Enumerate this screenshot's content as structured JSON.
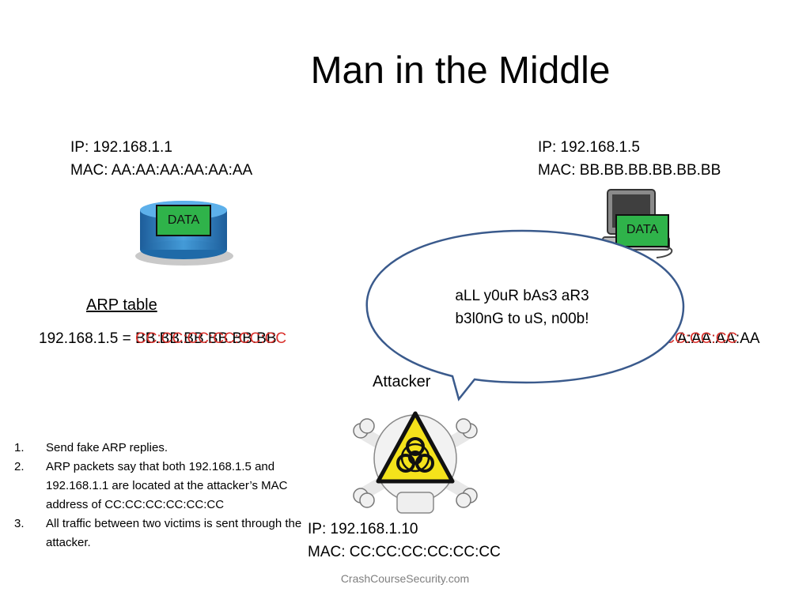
{
  "title": "Man in the Middle",
  "host_a": {
    "ip": "IP: 192.168.1.1",
    "mac": "MAC: AA:AA:AA:AA:AA:AA",
    "data_label": "DATA"
  },
  "host_b": {
    "ip": "IP: 192.168.1.5",
    "mac": "MAC: BB.BB.BB.BB.BB.BB",
    "data_label": "DATA"
  },
  "arp_table": {
    "heading": "ARP table",
    "entry_ip": "192.168.1.5 = ",
    "entry_mac_old": "BB.BB.BB.BB.BB.BB",
    "entry_mac_spoofed": "CC:CC:CC:CC:CC:CC",
    "right_entry_visible": "A:AA:AA:AA",
    "right_entry_spoofed": ":CC:CC:CC"
  },
  "speech_bubble": {
    "line1": "aLL y0uR bAs3 aR3",
    "line2": "b3l0nG to uS, n00b!"
  },
  "attacker": {
    "label": "Attacker",
    "ip": "IP: 192.168.1.10",
    "mac": "MAC: CC:CC:CC:CC:CC:CC"
  },
  "steps": [
    {
      "num": "1.",
      "text": "Send fake ARP replies."
    },
    {
      "num": "2.",
      "text": "ARP packets say that both 192.168.1.5 and 192.168.1.1 are located at the attacker’s MAC address of CC:CC:CC:CC:CC:CC"
    },
    {
      "num": "3.",
      "text": "All traffic between two victims is sent through the attacker."
    }
  ],
  "footer": "CrashCourseSecurity.com",
  "colors": {
    "data_box": "#2fb34a",
    "spoof_red": "#d9302b",
    "bubble_stroke": "#3a5a8c",
    "database_blue": "#2f7bbf",
    "hazard_yellow": "#f4e21b"
  },
  "icons": [
    "database-icon",
    "computer-icon",
    "biohazard-skull-icon",
    "speech-bubble"
  ]
}
